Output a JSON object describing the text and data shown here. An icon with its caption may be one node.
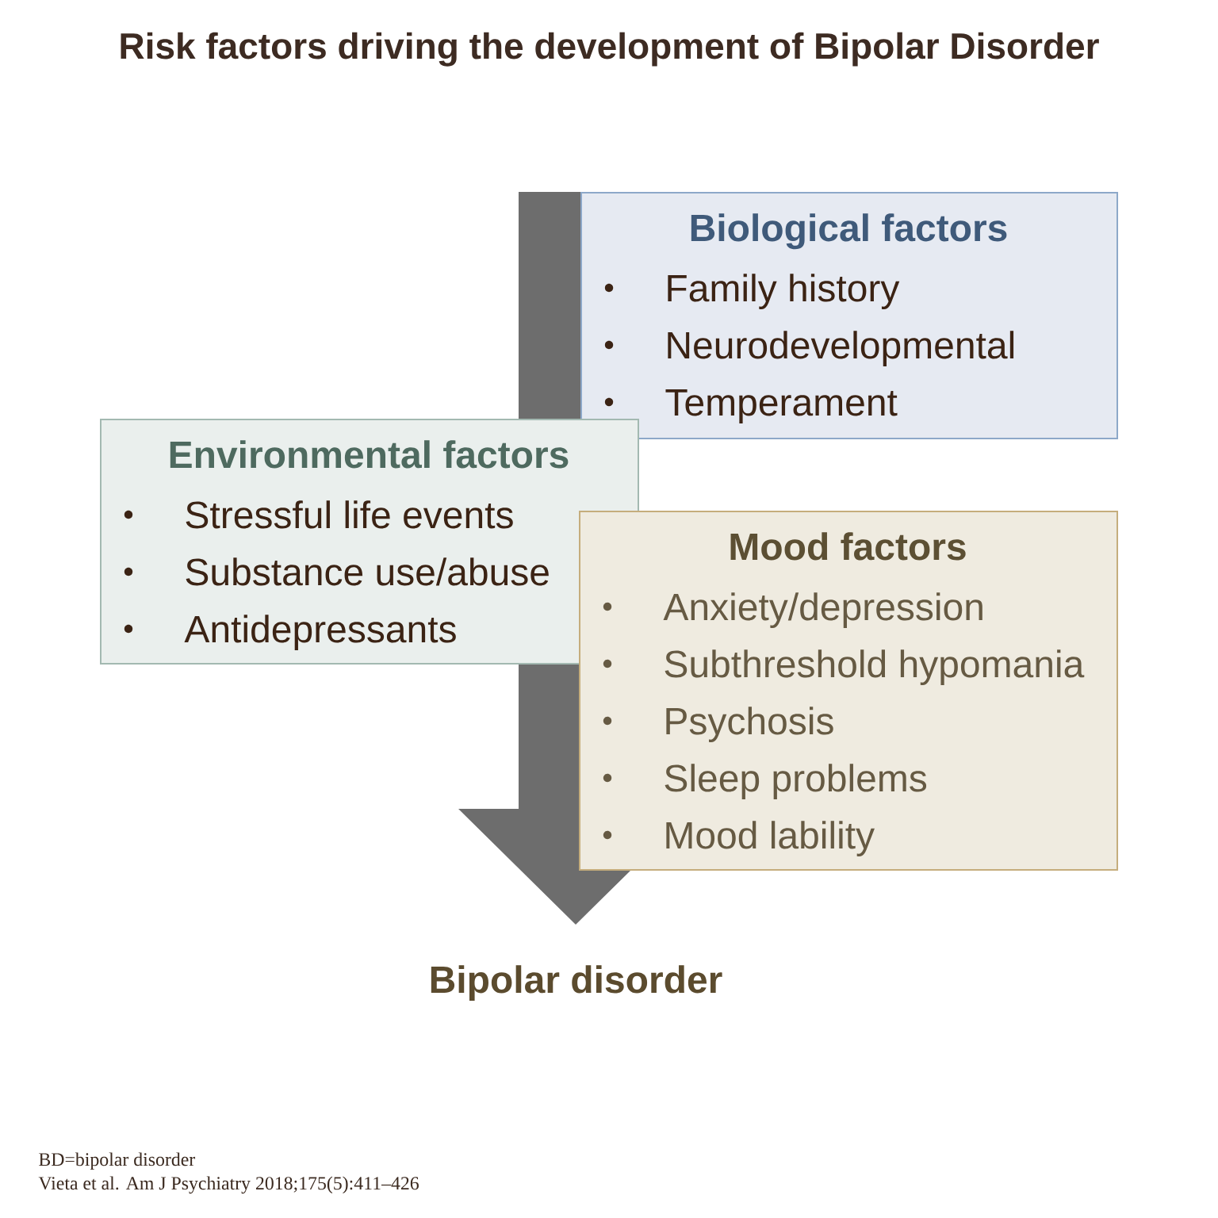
{
  "diagram": {
    "title": "Risk factors driving the development of Bipolar Disorder",
    "nodes": [
      {
        "text": [
          "Biological factors",
          "Family history",
          "Neurodevelopmental",
          "Temperament"
        ]
      },
      {
        "text": [
          "Environmental factors",
          "Stressful life events",
          "Substance use/abuse",
          "Antidepressants"
        ]
      },
      {
        "text": [
          "Mood factors",
          "Anxiety/depression",
          "Subthreshold hypomania",
          "Psychosis",
          "Sleep problems",
          "Mood lability"
        ]
      }
    ],
    "labels": [
      "Bipolar disorder",
      "BD=bipolar disorder",
      "Vieta et al. Am J Psychiatry 2018;175(5):411–426"
    ]
  }
}
